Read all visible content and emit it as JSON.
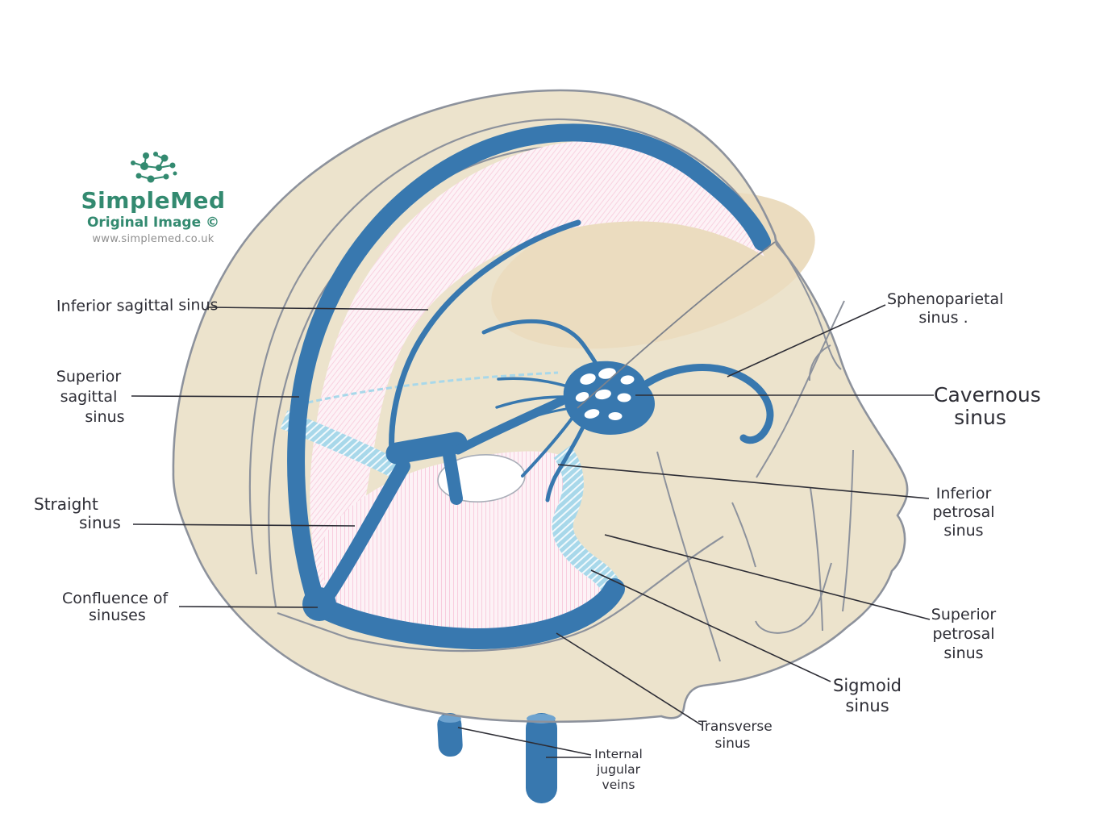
{
  "logo": {
    "brand": "SimpleMed",
    "subtitle": "Original Image ©",
    "url": "www.simplemed.co.uk"
  },
  "colors": {
    "sinus_blue": "#3878af",
    "light_blue_hatch": "#a8d8ea",
    "bone_beige": "#ece3cc",
    "outline_gray": "#8d929c",
    "falx_pink": "#fdf2f6",
    "pink_hatch_line": "#f3a8c6",
    "label_ink": "#2d2d35",
    "logo_green": "#338a70"
  },
  "labels": {
    "inferior_sagittal": {
      "lines": [
        "Inferior sagittal sinus"
      ]
    },
    "superior_sagittal": {
      "lines": [
        "Superior",
        "sagittal",
        "sinus"
      ]
    },
    "straight": {
      "lines": [
        "Straight",
        "sinus"
      ]
    },
    "confluence": {
      "lines": [
        "Confluence of",
        "sinuses"
      ]
    },
    "sphenoparietal": {
      "lines": [
        "Sphenoparietal",
        "sinus ."
      ]
    },
    "cavernous": {
      "lines": [
        "Cavernous",
        "sinus"
      ]
    },
    "inferior_petrosal": {
      "lines": [
        "Inferior",
        "petrosal",
        "sinus"
      ]
    },
    "superior_petrosal": {
      "lines": [
        "Superior",
        "petrosal",
        "sinus"
      ]
    },
    "sigmoid": {
      "lines": [
        "Sigmoid",
        "sinus"
      ]
    },
    "transverse": {
      "lines": [
        "Transverse",
        "sinus"
      ]
    },
    "internal_jugular": {
      "lines": [
        "Internal",
        "jugular",
        "veins"
      ]
    }
  }
}
